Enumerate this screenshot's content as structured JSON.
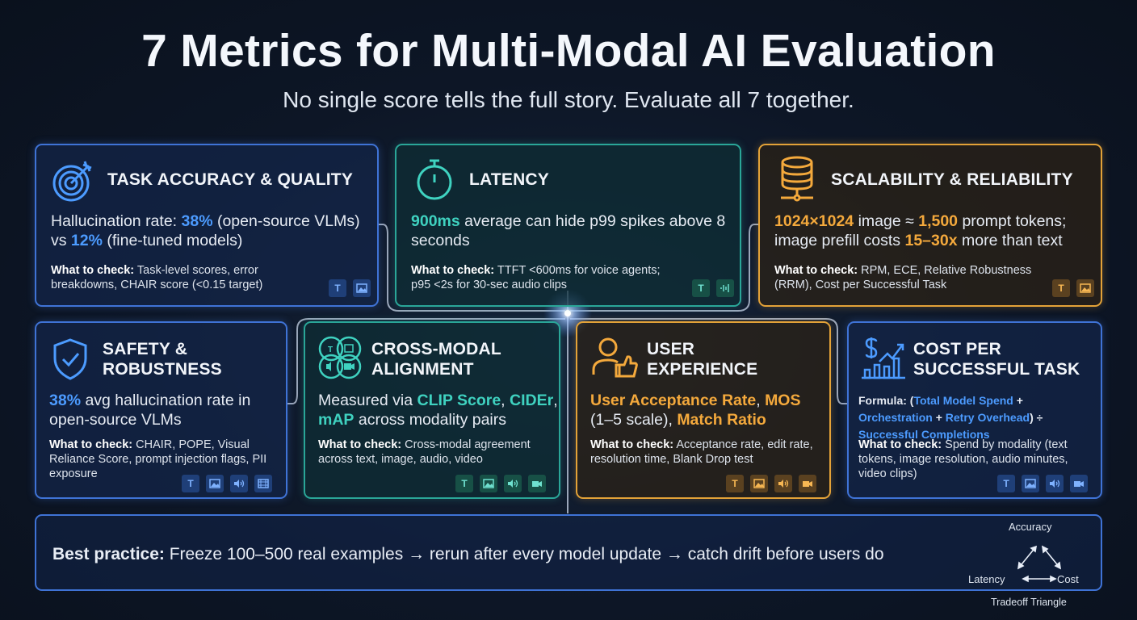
{
  "header": {
    "title": "7 Metrics for Multi-Modal AI Evaluation",
    "subtitle": "No single score tells the full story. Evaluate all 7 together."
  },
  "check_label": "What to check:",
  "cards": {
    "task_accuracy": {
      "title": "TASK ACCURACY & QUALITY",
      "icon": "target-icon",
      "body": {
        "p1": "Hallucination rate: ",
        "h1": "38%",
        "p2": " (open-source VLMs) vs ",
        "h2": "12%",
        "p3": " (fine-tuned models)"
      },
      "check": "Task-level scores, error breakdowns, CHAIR score (<0.15 target)",
      "tags": [
        "T",
        "image"
      ]
    },
    "latency": {
      "title": "LATENCY",
      "icon": "stopwatch-icon",
      "body": {
        "h1": "900ms",
        "p1": " average can hide p99 spikes above 8 seconds"
      },
      "check": "TTFT <600ms for voice agents; p95 <2s for 30-sec audio clips",
      "tags": [
        "T",
        "audio"
      ]
    },
    "scalability": {
      "title": "SCALABILITY & RELIABILITY",
      "icon": "database-icon",
      "body": {
        "h1": "1024×1024",
        "p1": " image ≈ ",
        "h2": "1,500",
        "p2": " prompt tokens; image prefill costs ",
        "h3": "15–30x",
        "p3": " more than text"
      },
      "check": "RPM, ECE, Relative Robustness (RRM), Cost per Successful Task",
      "tags": [
        "T",
        "image"
      ]
    },
    "safety": {
      "title_line1": "SAFETY &",
      "title_line2": "ROBUSTNESS",
      "icon": "shield-check-icon",
      "body": {
        "h1": "38%",
        "p1": " avg hallucination rate in open-source VLMs"
      },
      "check": "CHAIR, POPE, Visual Reliance Score, prompt injection flags, PII exposure",
      "tags": [
        "T",
        "image",
        "audio",
        "video"
      ]
    },
    "cross_modal": {
      "title_line1": "CROSS-MODAL",
      "title_line2": "ALIGNMENT",
      "icon": "modality-grid-icon",
      "body": {
        "p1": "Measured via ",
        "h1": "CLIP Score",
        "p2": ", ",
        "h2": "CIDEr",
        "p3": ", ",
        "h3": "mAP",
        "p4": " across modality pairs"
      },
      "check": "Cross-modal agreement across text, image, audio, video",
      "tags": [
        "T",
        "image",
        "audio",
        "video"
      ]
    },
    "user_experience": {
      "title_line1": "USER",
      "title_line2": "EXPERIENCE",
      "icon": "user-thumbs-up-icon",
      "body": {
        "h1": "User Acceptance Rate",
        "p1": ", ",
        "h2": "MOS",
        "p2": " (1–5 scale), ",
        "h3": "Match Ratio"
      },
      "check": "Acceptance rate, edit rate, resolution time, Blank Drop test",
      "tags": [
        "T",
        "image",
        "audio",
        "video"
      ]
    },
    "cost": {
      "title_line1": "COST PER",
      "title_line2": "SUCCESSFUL TASK",
      "icon": "cost-chart-icon",
      "formula": {
        "label": "Formula: (",
        "t1": "Total Model Spend",
        "plus1": " + ",
        "t2": "Orchestration",
        "plus2": " + ",
        "t3": "Retry Overhead",
        "div": ") ÷ ",
        "t4": "Successful Completions"
      },
      "check": "Spend by modality (text tokens, image resolution, audio minutes, video clips)",
      "tags": [
        "T",
        "image",
        "audio",
        "video"
      ]
    }
  },
  "bottom": {
    "label": "Best practice:",
    "text": " Freeze 100–500 real examples → rerun after every model update → catch drift before users do",
    "triangle": {
      "top": "Accuracy",
      "left": "Latency",
      "right": "Cost",
      "caption": "Tradeoff Triangle"
    }
  },
  "colors": {
    "blue": "#3f73d6",
    "teal": "#2aa698",
    "amber": "#e3a238",
    "background": "#0c1524"
  }
}
